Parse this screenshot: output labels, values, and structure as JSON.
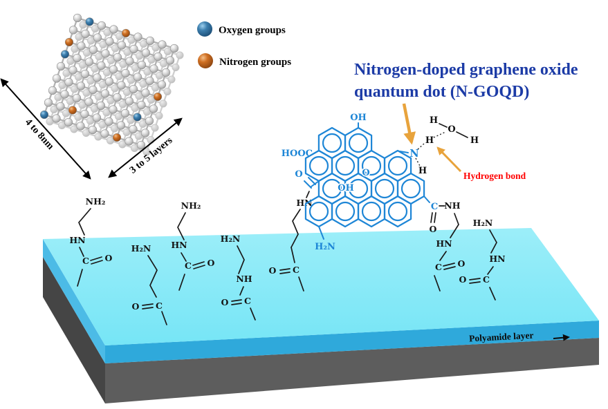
{
  "colors": {
    "qd": "#1e86d6",
    "title": "#1c3ba6",
    "red": "#ff0000",
    "gold": "#e8a33c",
    "oxygen": "#2e6d9e",
    "nitrogen": "#c8651d",
    "polyamide-edge": "#2fa9db",
    "support": "#5d5d5d"
  },
  "legend": {
    "items": [
      {
        "label": "Oxygen groups",
        "color": "#2e6d9e",
        "icon": "oxygen-sphere"
      },
      {
        "label": "Nitrogen groups",
        "color": "#c8651d",
        "icon": "nitrogen-sphere"
      }
    ]
  },
  "dimensions": {
    "width_label": "4 to 8nm",
    "layers_label": "3 to 5 layers"
  },
  "title": {
    "line1": "Nitrogen-doped graphene oxide",
    "line2": "quantum dot (N-GOQD)"
  },
  "callouts": {
    "hydrogen_bond": {
      "label": "Hydrogen bond"
    },
    "polyamide": {
      "label": "Polyamide layer"
    }
  },
  "molecule": {
    "labels": {
      "oh": "OH",
      "hooc": "HOOC",
      "o": "O",
      "c": "C",
      "n": "N",
      "h": "H",
      "nh": "NH",
      "hn": "HN",
      "nh2": "NH₂",
      "h2n": "H₂N"
    }
  }
}
